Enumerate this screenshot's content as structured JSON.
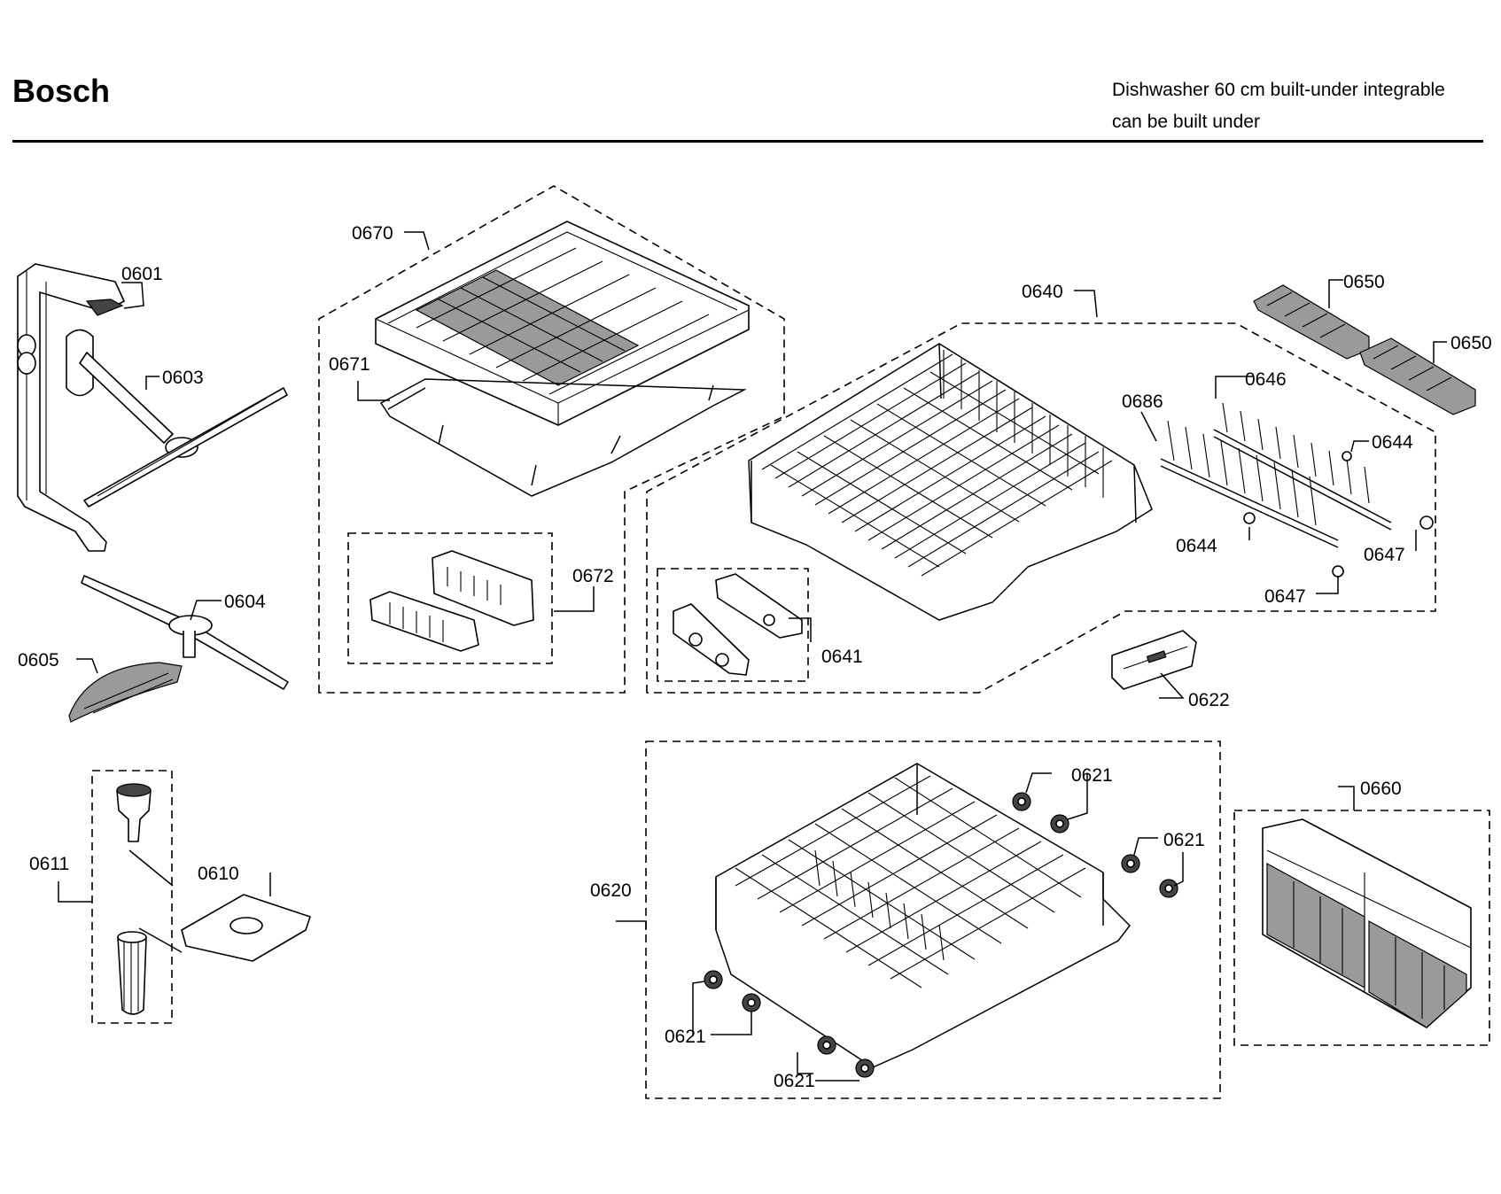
{
  "header": {
    "brand": "Bosch",
    "description_line1": "Dishwasher 60 cm built-under integrable",
    "description_line2": "can be built under"
  },
  "labels": {
    "p0601": "0601",
    "p0603": "0603",
    "p0604": "0604",
    "p0605": "0605",
    "p0610": "0610",
    "p0611": "0611",
    "p0620": "0620",
    "p0621": "0621",
    "p0622": "0622",
    "p0640": "0640",
    "p0641": "0641",
    "p0644": "0644",
    "p0646": "0646",
    "p0647": "0647",
    "p0650": "0650",
    "p0660": "0660",
    "p0670": "0670",
    "p0671": "0671",
    "p0672": "0672",
    "p0686": "0686"
  },
  "colors": {
    "line": "#000000",
    "background": "#ffffff",
    "shade": "#9a9a9a"
  }
}
